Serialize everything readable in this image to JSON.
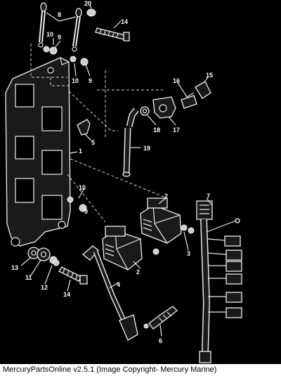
{
  "callouts": [
    "1",
    "2",
    "3",
    "4",
    "5",
    "6",
    "7",
    "8",
    "9",
    "10",
    "11",
    "12",
    "13",
    "14",
    "15",
    "16",
    "17",
    "18",
    "19",
    "20"
  ],
  "footer": {
    "caption": "MercuryPartsOnline v2.5.1 (Image Copyright- Mercury Marine)"
  }
}
